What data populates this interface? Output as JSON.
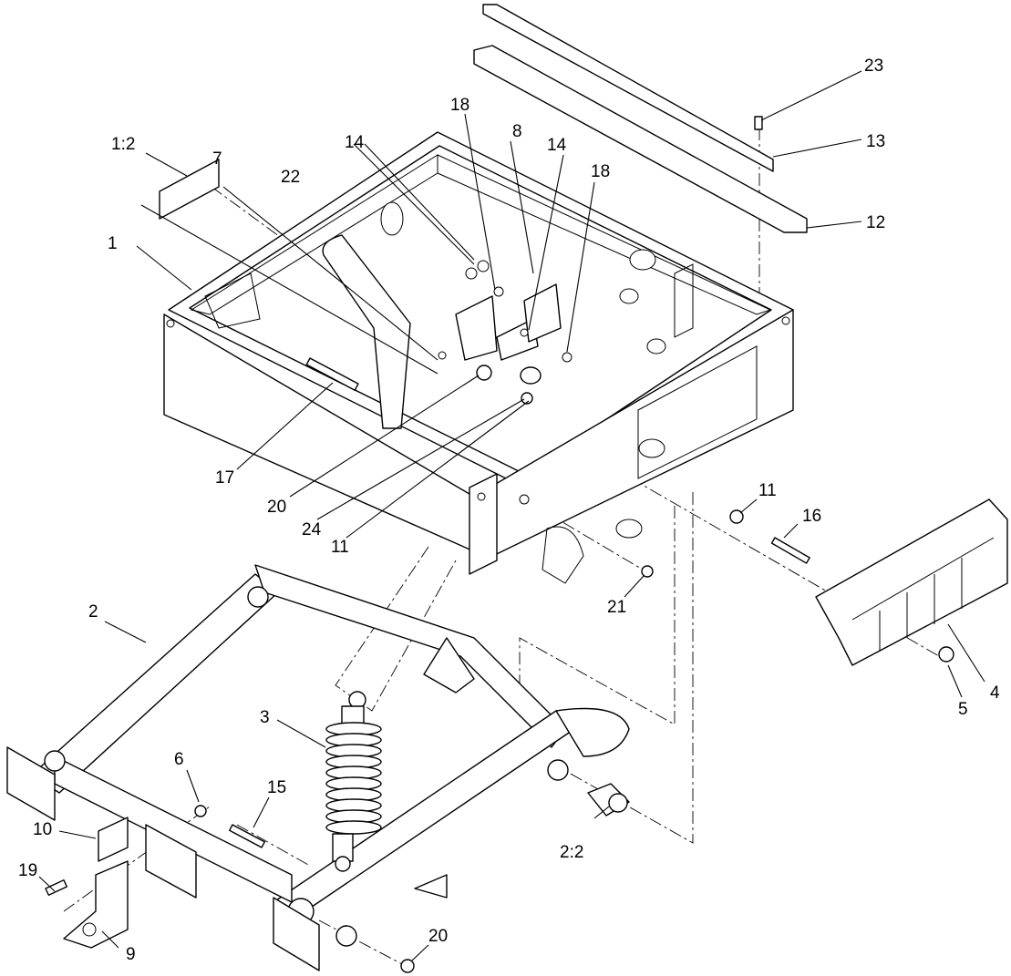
{
  "diagram": {
    "callouts": [
      {
        "id": "c1",
        "label": "1"
      },
      {
        "id": "c1_2",
        "label": "1:2"
      },
      {
        "id": "c2",
        "label": "2"
      },
      {
        "id": "c2_2",
        "label": "2:2"
      },
      {
        "id": "c3",
        "label": "3"
      },
      {
        "id": "c4",
        "label": "4"
      },
      {
        "id": "c5",
        "label": "5"
      },
      {
        "id": "c6",
        "label": "6"
      },
      {
        "id": "c7",
        "label": "7"
      },
      {
        "id": "c8",
        "label": "8"
      },
      {
        "id": "c9",
        "label": "9"
      },
      {
        "id": "c10",
        "label": "10"
      },
      {
        "id": "c11a",
        "label": "11"
      },
      {
        "id": "c11b",
        "label": "11"
      },
      {
        "id": "c12",
        "label": "12"
      },
      {
        "id": "c13",
        "label": "13"
      },
      {
        "id": "c14a",
        "label": "14"
      },
      {
        "id": "c14b",
        "label": "14"
      },
      {
        "id": "c15",
        "label": "15"
      },
      {
        "id": "c16",
        "label": "16"
      },
      {
        "id": "c17",
        "label": "17"
      },
      {
        "id": "c18a",
        "label": "18"
      },
      {
        "id": "c18b",
        "label": "18"
      },
      {
        "id": "c19",
        "label": "19"
      },
      {
        "id": "c20a",
        "label": "20"
      },
      {
        "id": "c20b",
        "label": "20"
      },
      {
        "id": "c21",
        "label": "21"
      },
      {
        "id": "c22",
        "label": "22"
      },
      {
        "id": "c23",
        "label": "23"
      },
      {
        "id": "c24",
        "label": "24"
      }
    ]
  }
}
